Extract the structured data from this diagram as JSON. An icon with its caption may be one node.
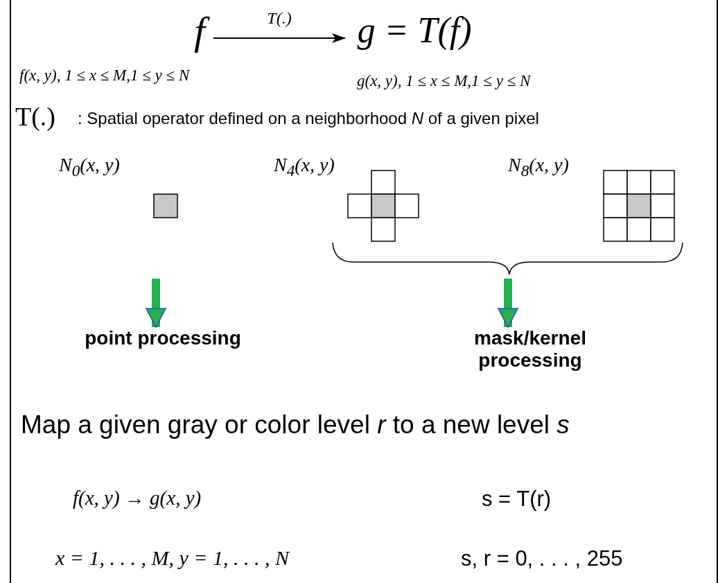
{
  "diagram": {
    "nodes": [
      {
        "text": [
          "f"
        ]
      },
      {
        "text": [
          "g = T(f)"
        ]
      },
      {
        "text": [],
        "shape": "box",
        "beside": [
          "N$_{0}$(x, y)"
        ]
      },
      {
        "text": [],
        "shape": "box",
        "beside": [
          "N$_{4}$(x, y)"
        ]
      },
      {
        "text": [],
        "shape": "box",
        "beside": [
          "N$_{8}$(x, y)"
        ]
      },
      {
        "text": [
          "point processing"
        ]
      },
      {
        "text": [
          "mask/kernel processing"
        ]
      },
      {
        "text": [],
        "shape": "brace"
      }
    ],
    "edges": [
      {
        "from": 0,
        "to": 1,
        "arrow": "to",
        "label": "T(.)",
        "color": "#000000"
      },
      {
        "from": null,
        "to": 5,
        "arrow": "to",
        "color": "#22b14c"
      },
      {
        "from": 7,
        "to": 6,
        "arrow": "to",
        "color": "#22b14c"
      }
    ],
    "labels": [
      "f(x, y),   1 ≤ x ≤ M,1 ≤ y ≤ N",
      "g(x, y),   1 ≤ x ≤ M,1 ≤ y ≤ N",
      "T(.)",
      ": Spatial operator defined on a neighborhood *N* of a given pixel",
      "Map a given gray or color level *r* to a new level *s*",
      "f(x, y) → g(x, y)",
      "s = T(r)",
      "x = 1, . . . , M,  y = 1, . . . , N",
      "s, r = 0, . . . , 255"
    ]
  }
}
